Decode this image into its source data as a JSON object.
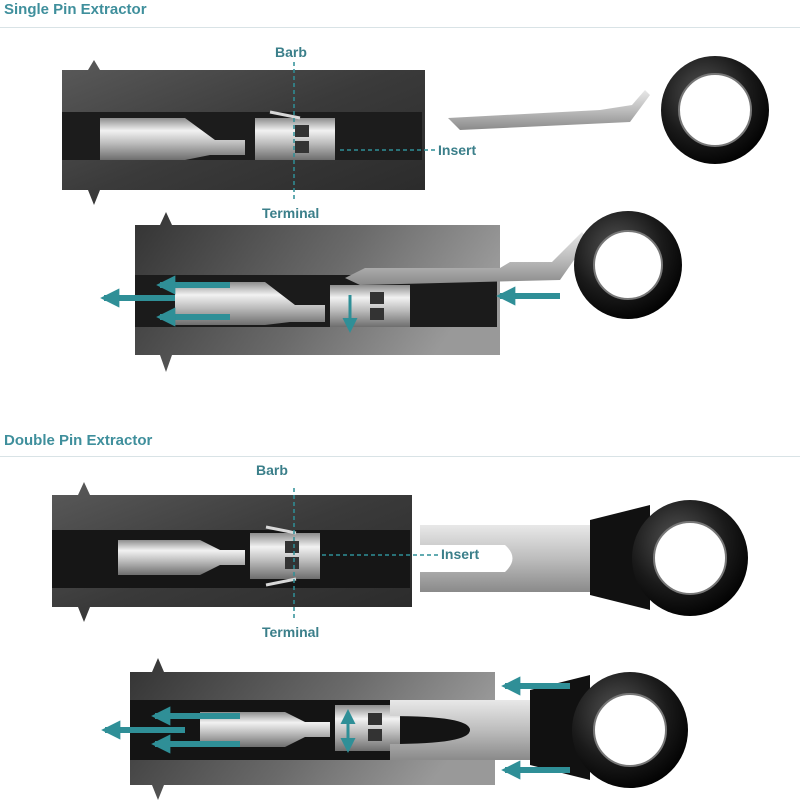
{
  "sections": [
    {
      "title": "Single Pin Extractor",
      "labels": {
        "barb": "Barb",
        "insert": "Insert",
        "terminal": "Terminal"
      }
    },
    {
      "title": "Double Pin Extractor",
      "labels": {
        "barb": "Barb",
        "insert": "Insert",
        "terminal": "Terminal"
      }
    }
  ],
  "colors": {
    "accent": "#2f8f97",
    "label": "#3b7f8a",
    "housing": "#4a4a4a",
    "tool_handle": "#111111",
    "metal": "#c9c9c9"
  }
}
